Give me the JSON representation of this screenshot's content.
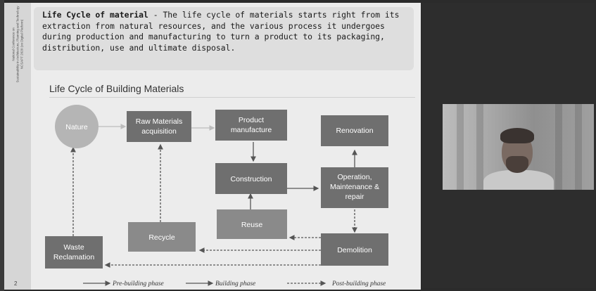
{
  "note": {
    "title": "Life Cycle of material",
    "line1_rest": " - The life cycle of materials starts right from its",
    "line2": "extraction from natural resources, and the various process it undergoes",
    "line3": "during production and manufacturing to turn a product to its packaging,",
    "line4": "distribution, use and ultimate disposal."
  },
  "slide": {
    "chart_title": "Life Cycle of Building Materials",
    "side_strip_text": "National Conference on\nSustainability in Architecture, Planning and Technology\nNCSAPT 2020 (on Digital Platform)",
    "page_number": "2"
  },
  "diagram": {
    "nodes": {
      "nature": "Nature",
      "raw_1": "Raw Materials",
      "raw_2": "acquisition",
      "product_1": "Product",
      "product_2": "manufacture",
      "renovation": "Renovation",
      "construction": "Construction",
      "operation_1": "Operation,",
      "operation_2": "Maintenance &",
      "operation_3": "repair",
      "reuse": "Reuse",
      "recycle": "Recycle",
      "waste_1": "Waste",
      "waste_2": "Reclamation",
      "demolition": "Demolition"
    },
    "legend": {
      "pre": "Pre-building phase",
      "building": "Building phase",
      "post": "Post-building phase"
    },
    "colors": {
      "box": "#6f6f6f",
      "nature": "#b5b5b5"
    }
  },
  "video": {
    "participant": "presenter-video"
  }
}
